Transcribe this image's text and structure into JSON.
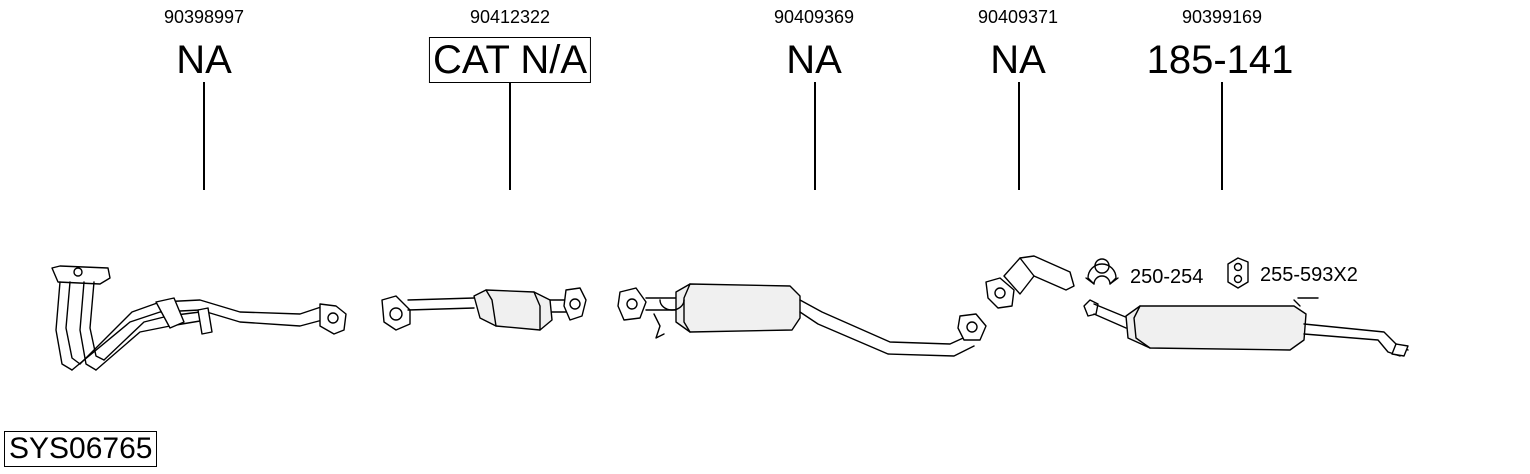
{
  "parts": [
    {
      "oe": "90398997",
      "ref": "NA",
      "boxed": false
    },
    {
      "oe": "90412322",
      "ref": "CAT N/A",
      "boxed": true
    },
    {
      "oe": "90409369",
      "ref": "NA",
      "boxed": false
    },
    {
      "oe": "90409371",
      "ref": "NA",
      "boxed": false
    },
    {
      "oe": "90399169",
      "ref": "185-141",
      "boxed": false
    }
  ],
  "accessories": [
    {
      "ref": "250-254",
      "icon": "clamp-icon"
    },
    {
      "ref": "255-593X2",
      "icon": "rubber-hanger-icon"
    }
  ],
  "system_code": "SYS06765"
}
